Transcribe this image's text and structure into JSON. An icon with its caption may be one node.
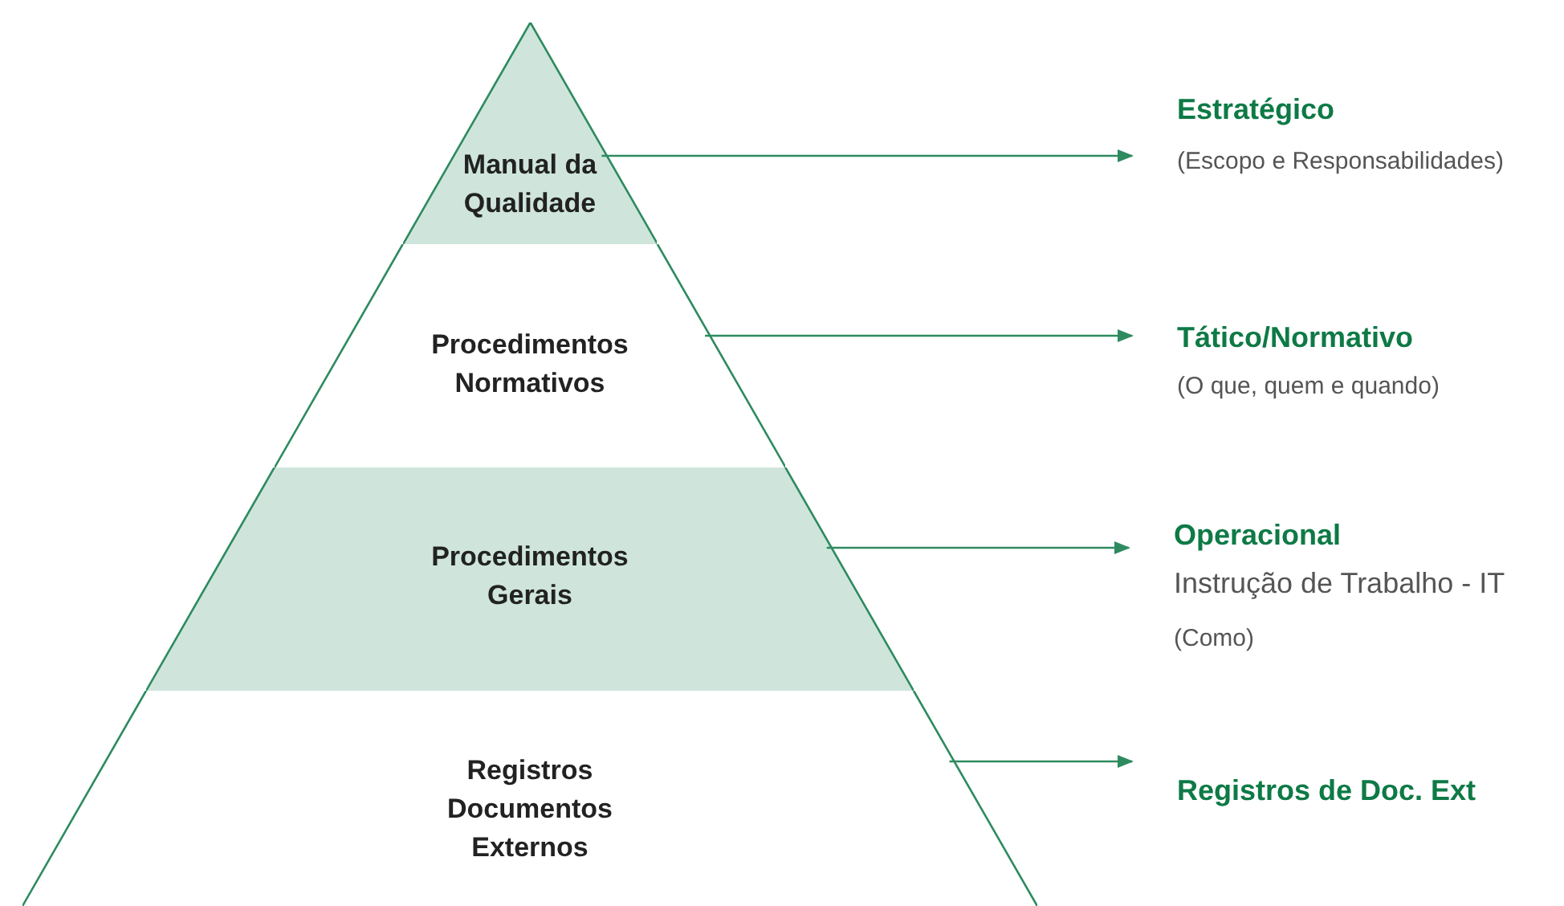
{
  "diagram": {
    "nodes": [
      {
        "text": [
          "Manual da Qualidade"
        ]
      },
      {
        "text": [
          "Procedimentos Normativos"
        ]
      },
      {
        "text": [
          "Procedimentos Gerais"
        ]
      },
      {
        "text": [
          "Registros Documentos Externos"
        ]
      },
      {
        "text": [
          "Estratégico",
          "(Escopo e Responsabilidades)"
        ]
      },
      {
        "text": [
          "Tático/Normativo",
          "(O que, quem e quando)"
        ]
      },
      {
        "text": [
          "Operacional",
          "Instrução de Trabalho - IT",
          "(Como)"
        ]
      },
      {
        "text": [
          "Registros de Doc. Ext"
        ]
      }
    ],
    "edges": [
      {
        "from": 0,
        "to": 4,
        "arrow": "to"
      },
      {
        "from": 1,
        "to": 5,
        "arrow": "to"
      },
      {
        "from": 2,
        "to": 6,
        "arrow": "to"
      },
      {
        "from": 3,
        "to": 7,
        "arrow": "to"
      }
    ]
  }
}
